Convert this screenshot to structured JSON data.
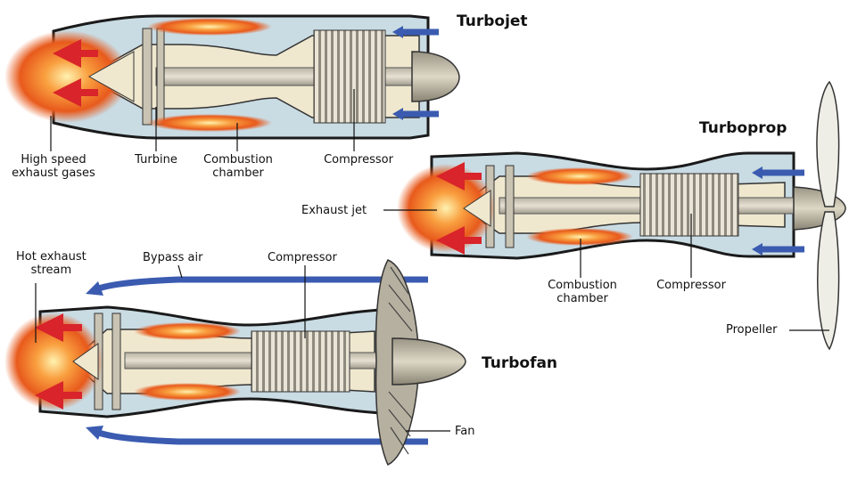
{
  "engines": {
    "turbojet": {
      "title": "Turbojet",
      "labels": {
        "exhaust": "High speed\nexhaust gases",
        "turbine": "Turbine",
        "combustion": "Combustion\nchamber",
        "compressor": "Compressor"
      }
    },
    "turboprop": {
      "title": "Turboprop",
      "labels": {
        "exhaust_jet": "Exhaust jet",
        "combustion": "Combustion\nchamber",
        "compressor": "Compressor",
        "propeller": "Propeller"
      }
    },
    "turbofan": {
      "title": "Turbofan",
      "labels": {
        "hot_exhaust": "Hot exhaust\nstream",
        "bypass_air": "Bypass air",
        "compressor": "Compressor",
        "fan": "Fan"
      }
    }
  },
  "colors": {
    "casing": "#c9dbe3",
    "core": "#efe8cf",
    "metal": "#8f8a7e",
    "outline": "#1a1a1a",
    "flame": "#f07020",
    "arrow_red": "#d8242a",
    "arrow_blue": "#3a5bb0"
  }
}
